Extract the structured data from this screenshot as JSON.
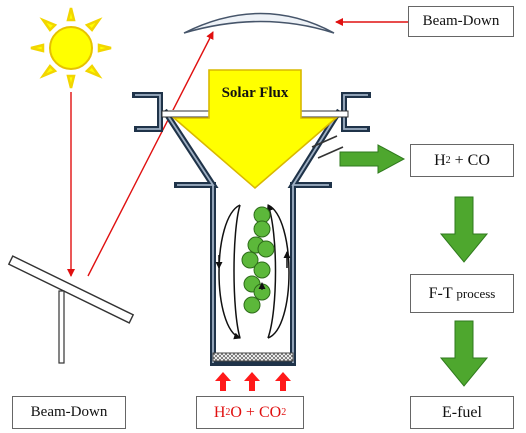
{
  "labels": {
    "beam_down_top": "Beam-Down",
    "beam_down_bottom": "Beam-Down",
    "solar_flux": "Solar Flux",
    "syngas": {
      "a": "H",
      "a_sub": "2",
      "b": " + CO"
    },
    "ft_process": {
      "main": "F-T ",
      "small": "process"
    },
    "feed": {
      "a": "H",
      "a_sub": "2",
      "b": "O + CO",
      "b_sub": "2"
    },
    "efuel": "E-fuel"
  },
  "colors": {
    "sun": "#ffff00",
    "sun_outline": "#e6c200",
    "flux_arrow": "#ffff00",
    "ray": "#e01010",
    "green_arrow": "#4ea72e",
    "particle": "#5cb83a",
    "reactor_wall": "#1f3349"
  }
}
